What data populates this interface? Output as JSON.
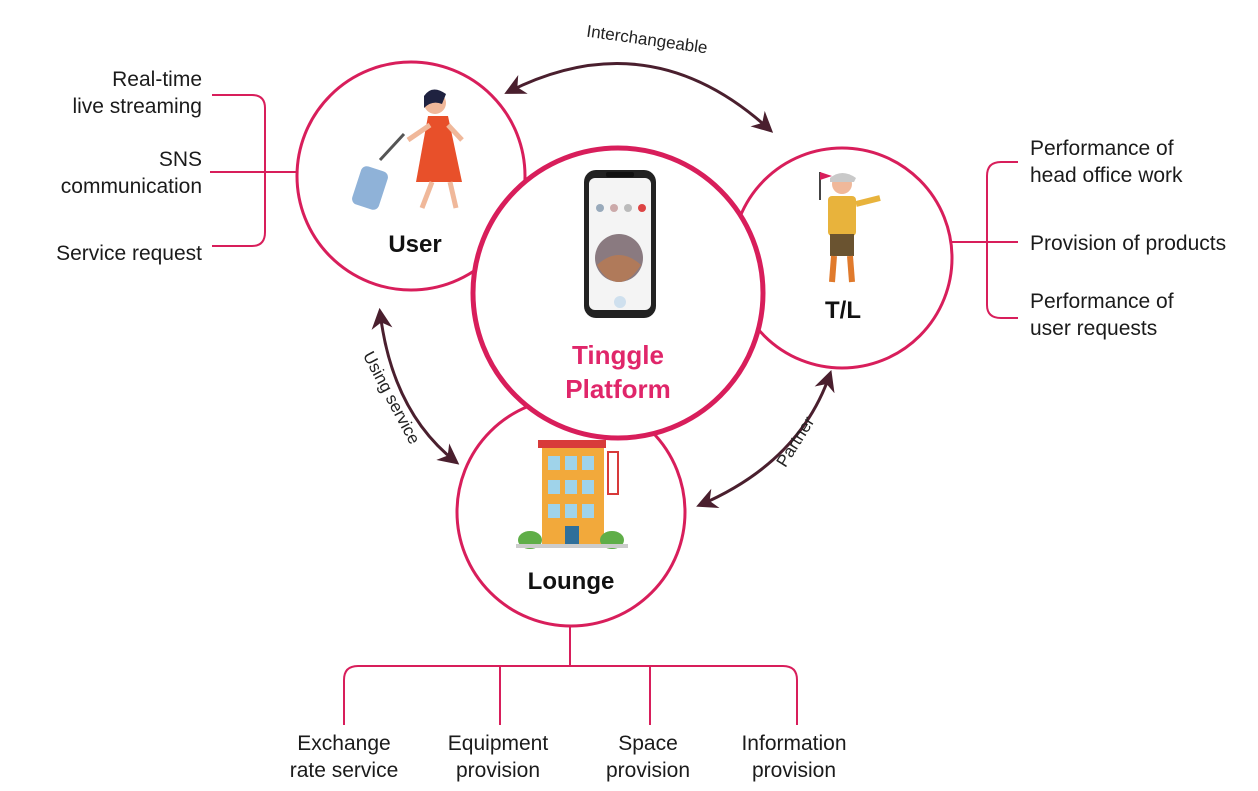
{
  "platform": {
    "line1": "Tinggle",
    "line2": "Platform"
  },
  "nodes": {
    "user": "User",
    "tl": "T/L",
    "lounge": "Lounge"
  },
  "relations": {
    "user_tl": "Interchangeable",
    "user_lounge": "Using service",
    "lounge_tl": "Partner"
  },
  "user_functions": [
    {
      "line1": "Real-time",
      "line2": "live streaming"
    },
    {
      "line1": "SNS",
      "line2": "communication"
    },
    {
      "line1": "Service request",
      "line2": ""
    }
  ],
  "tl_functions": [
    {
      "line1": "Performance of",
      "line2": "head office work"
    },
    {
      "line1": "Provision of products",
      "line2": ""
    },
    {
      "line1": "Performance of",
      "line2": "user requests"
    }
  ],
  "lounge_functions": [
    {
      "line1": "Exchange",
      "line2": "rate service"
    },
    {
      "line1": "Equipment",
      "line2": "provision"
    },
    {
      "line1": "Space",
      "line2": "provision"
    },
    {
      "line1": "Information",
      "line2": "provision"
    }
  ],
  "colors": {
    "accent": "#d81e5b",
    "arrow": "#4a1f2e",
    "brand_text": "#e0266a"
  }
}
